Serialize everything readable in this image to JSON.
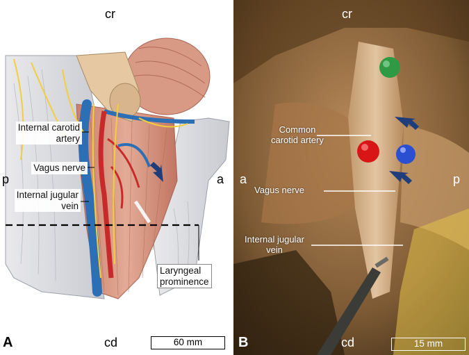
{
  "panel_a": {
    "letter": "A",
    "orientation": {
      "top": "cr",
      "bottom": "cd",
      "left": "p",
      "right": "a"
    },
    "labels": {
      "internal_carotid_artery": "Internal carotid\nartery",
      "vagus_nerve": "Vagus nerve",
      "internal_jugular_vein": "Internal jugular\nvein",
      "laryngeal_prominence": "Laryngeal\nprominence"
    },
    "scale_bar": "60 mm"
  },
  "panel_b": {
    "letter": "B",
    "orientation": {
      "top": "cr",
      "bottom": "cd",
      "left": "a",
      "right": "p"
    },
    "labels": {
      "common_carotid_artery": "Common\ncarotid artery",
      "vagus_nerve": "Vagus nerve",
      "internal_jugular_vein": "Internal jugular\nvein"
    },
    "scale_bar": "15 mm"
  },
  "colors": {
    "nerve": "#f2cf3a",
    "artery": "#c62a2a",
    "vein": "#2d6fb4",
    "arrow": "#1f3d7a",
    "muscle": "#d99a85",
    "pin_green": "#2f9a44",
    "pin_red": "#d81616",
    "pin_blue": "#2a4fd0"
  }
}
